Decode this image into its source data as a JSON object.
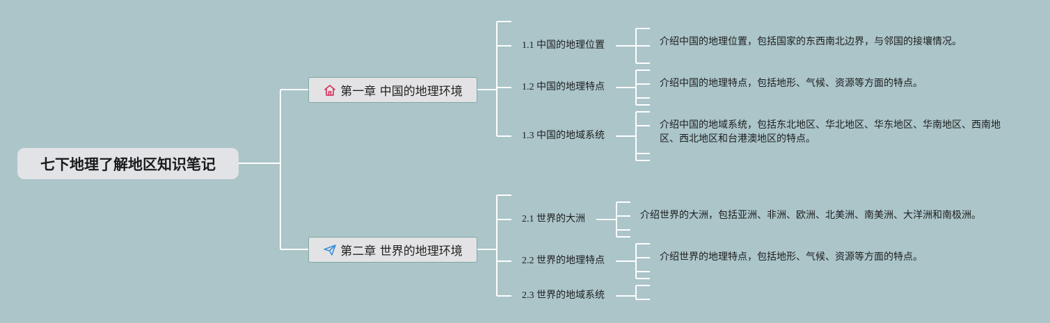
{
  "root": {
    "title": "七下地理了解地区知识笔记"
  },
  "chapters": [
    {
      "title": "第一章 中国的地理环境",
      "icon": "home-icon",
      "icon_color": "#d8345f",
      "sections": [
        {
          "title": "1.1 中国的地理位置",
          "desc": "介绍中国的地理位置，包括国家的东西南北边界，与邻国的接壤情况。"
        },
        {
          "title": "1.2 中国的地理特点",
          "desc": "介绍中国的地理特点，包括地形、气候、资源等方面的特点。"
        },
        {
          "title": "1.3 中国的地域系统",
          "desc": "介绍中国的地域系统，包括东北地区、华北地区、华东地区、华南地区、西南地区、西北地区和台港澳地区的特点。"
        }
      ]
    },
    {
      "title": "第二章 世界的地理环境",
      "icon": "paper-plane-icon",
      "icon_color": "#3a8fd8",
      "sections": [
        {
          "title": "2.1 世界的大洲",
          "desc": "介绍世界的大洲，包括亚洲、非洲、欧洲、北美洲、南美洲、大洋洲和南极洲。"
        },
        {
          "title": "2.2 世界的地理特点",
          "desc": "介绍世界的地理特点，包括地形、气候、资源等方面的特点。"
        },
        {
          "title": "2.3 世界的地域系统",
          "desc": ""
        }
      ]
    }
  ]
}
